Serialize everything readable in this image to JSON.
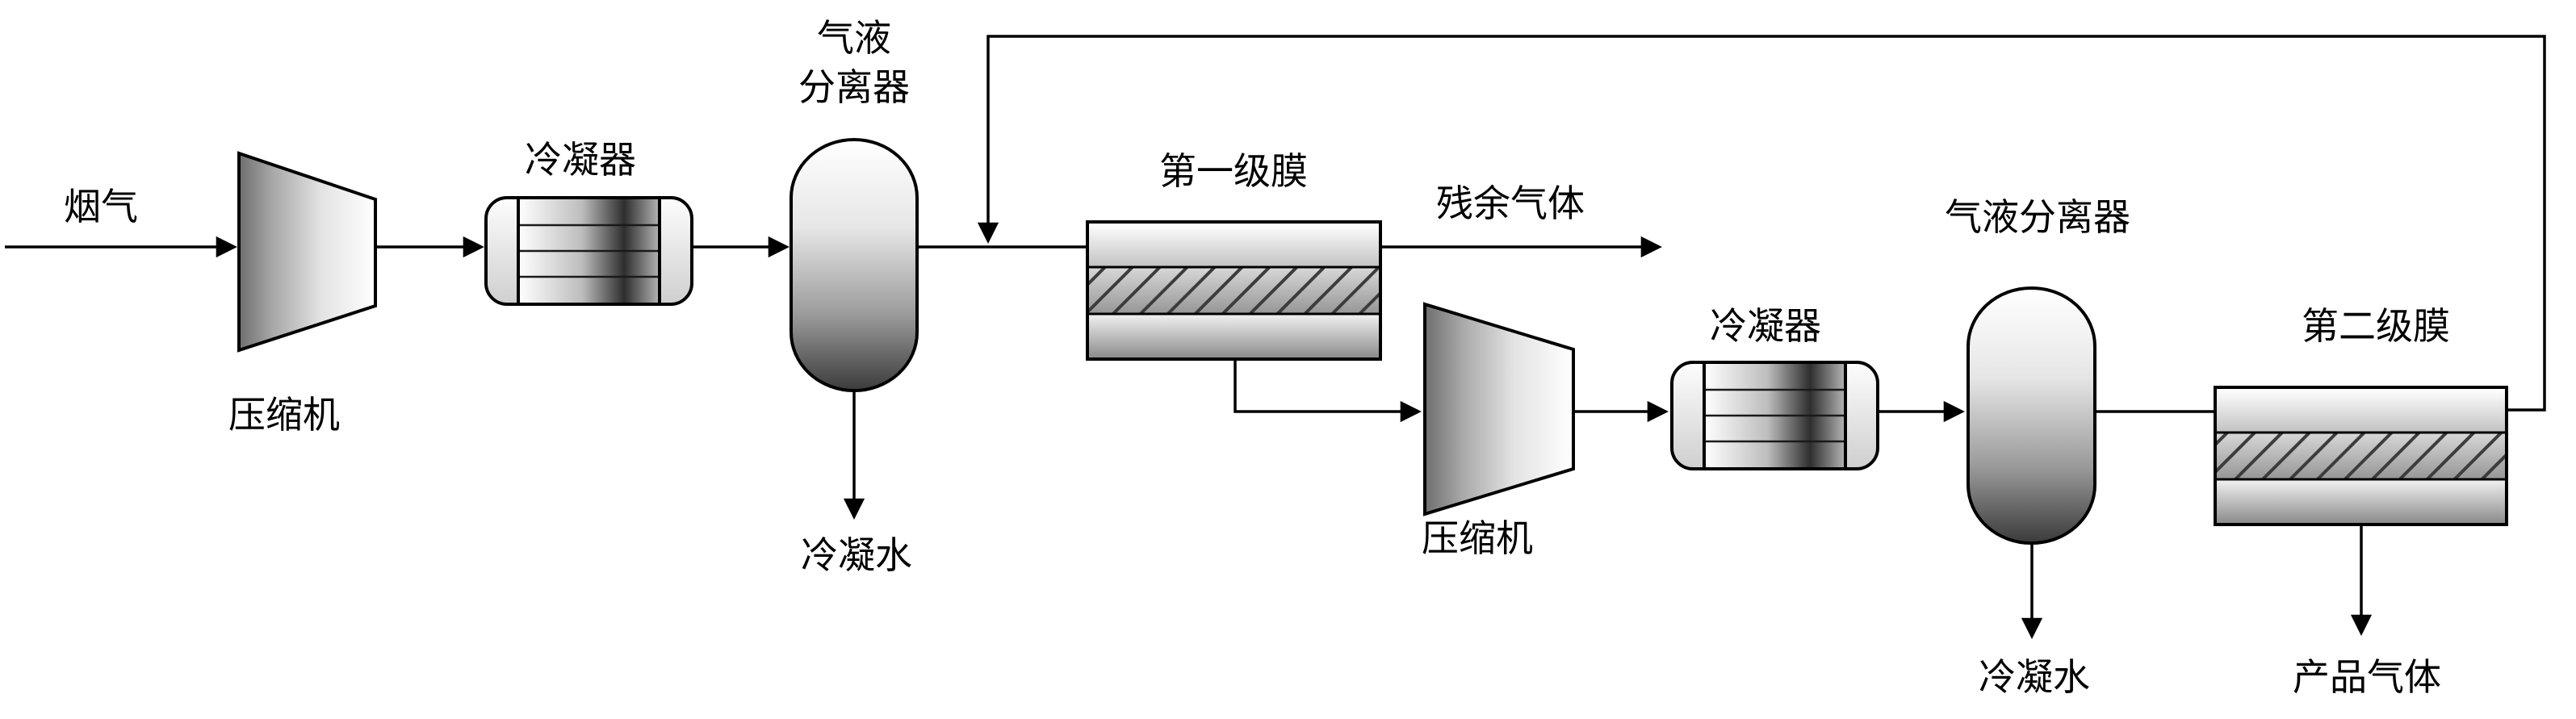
{
  "diagram": {
    "type": "process-flow-diagram",
    "description": "Two-stage membrane flue-gas separation process",
    "stream_labels": {
      "flue_gas": "烟气",
      "residual_gas": "残余气体",
      "condensate_1": "冷凝水",
      "condensate_2": "冷凝水",
      "product_gas": "产品气体"
    },
    "equipment_labels": {
      "compressor_1": "压缩机",
      "condenser_1": "冷凝器",
      "separator_1_line1": "气液",
      "separator_1_line2": "分离器",
      "membrane_1": "第一级膜",
      "compressor_2": "压缩机",
      "condenser_2": "冷凝器",
      "separator_2": "气液分离器",
      "membrane_2": "第二级膜"
    },
    "colors": {
      "line": "#000000",
      "background": "#ffffff",
      "shade_dark": "#3f3f3f",
      "shade_mid": "#9a9a9a",
      "shade_light": "#ffffff"
    },
    "connections": [
      {
        "from": "flue-gas-inlet",
        "to": "compressor-1"
      },
      {
        "from": "compressor-1",
        "to": "condenser-1"
      },
      {
        "from": "condenser-1",
        "to": "separator-1"
      },
      {
        "from": "separator-1",
        "to": "condensate-1-outlet"
      },
      {
        "from": "separator-1",
        "to": "membrane-1"
      },
      {
        "from": "membrane-1",
        "to": "residual-gas-outlet"
      },
      {
        "from": "membrane-1",
        "to": "compressor-2"
      },
      {
        "from": "compressor-2",
        "to": "condenser-2"
      },
      {
        "from": "condenser-2",
        "to": "separator-2"
      },
      {
        "from": "separator-2",
        "to": "condensate-2-outlet"
      },
      {
        "from": "separator-2",
        "to": "membrane-2"
      },
      {
        "from": "membrane-2",
        "to": "product-gas-outlet"
      },
      {
        "from": "membrane-2",
        "to": "recycle-to-membrane-1-feed"
      }
    ]
  }
}
